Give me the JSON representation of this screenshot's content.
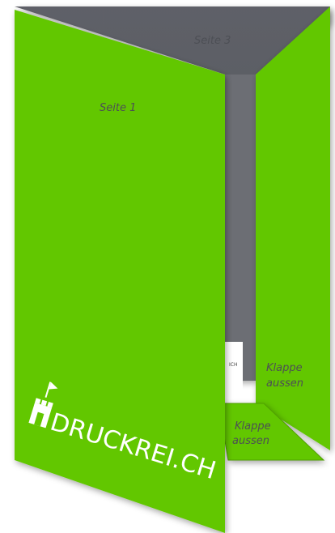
{
  "colors": {
    "panel_green": "#62c700",
    "folder_gray": "#5d5f66",
    "inner_gray": "#6c6e74",
    "label_gray": "#4d4f55",
    "logo_white": "#ffffff"
  },
  "labels": {
    "page_3": "Seite 3",
    "page_1": "Seite 1",
    "flap_outer_right": "Klappe aussen",
    "flap_outer_right_line1": "Klappe",
    "flap_outer_right_line2": "aussen",
    "flap_outer_bottom_line1": "Klappe",
    "flap_outer_bottom_line2": "aussen",
    "inserted_sheet_text": "ICH"
  },
  "logo": {
    "icon": "castle-icon",
    "brand_text": "DRUCKREI.CH"
  }
}
